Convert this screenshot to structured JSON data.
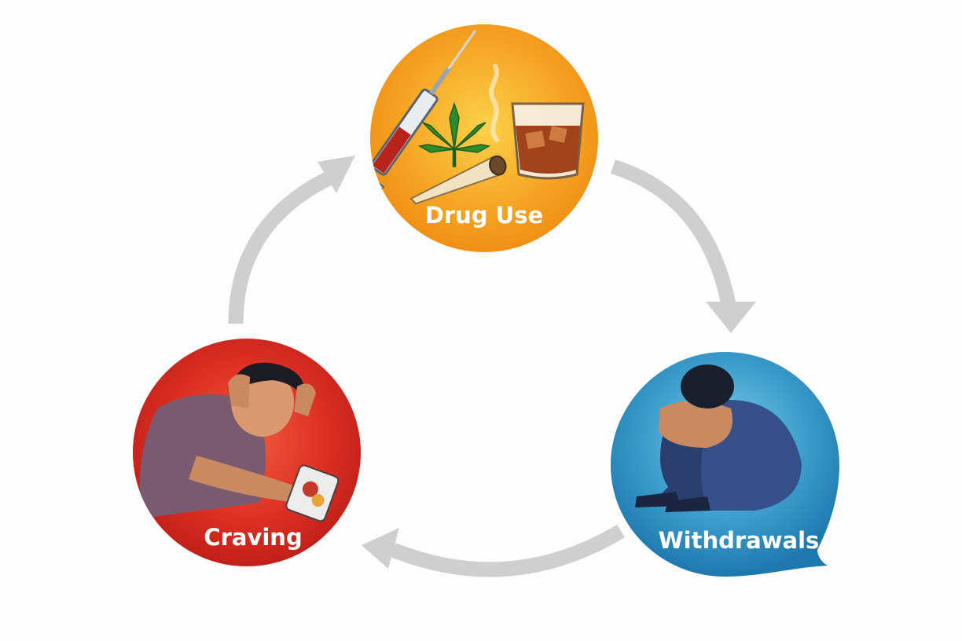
{
  "diagram": {
    "nodes": [
      {
        "id": "drug-use",
        "label": "Drug Use",
        "color": "#f29a1c"
      },
      {
        "id": "withdrawals",
        "label": "Withdrawals",
        "color": "#2f8fc0"
      },
      {
        "id": "craving",
        "label": "Craving",
        "color": "#d42a1e"
      }
    ],
    "arrows": [
      {
        "from": "drug-use",
        "to": "withdrawals"
      },
      {
        "from": "withdrawals",
        "to": "craving"
      },
      {
        "from": "craving",
        "to": "drug-use"
      }
    ],
    "arrow_color": "#cfcfcf"
  }
}
